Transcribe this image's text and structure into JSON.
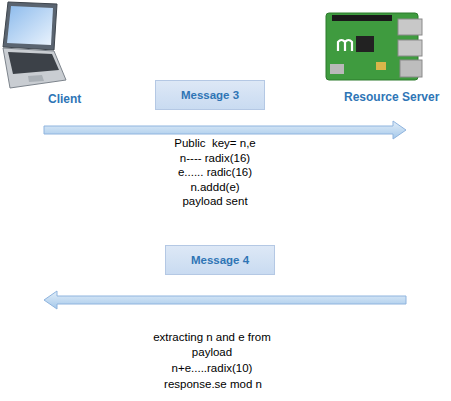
{
  "diagram": {
    "nodes": [
      {
        "text": [
          "Client"
        ]
      },
      {
        "text": [
          "Resource Server"
        ]
      },
      {
        "text": [
          "Message 3"
        ]
      },
      {
        "text": [
          "Message 4"
        ]
      }
    ],
    "edges": [
      {
        "from": 0,
        "to": 1,
        "arrow": "to"
      },
      {
        "from": 1,
        "to": 0,
        "arrow": "to"
      }
    ],
    "labels": [
      "Public  key= n,e",
      "n---- radix(16)",
      "e...... radic(16)",
      "n.addd(e)",
      "payload sent",
      "extracting n and e from",
      "payload",
      "n+e.....radix(10)",
      "response.se mod n"
    ]
  }
}
